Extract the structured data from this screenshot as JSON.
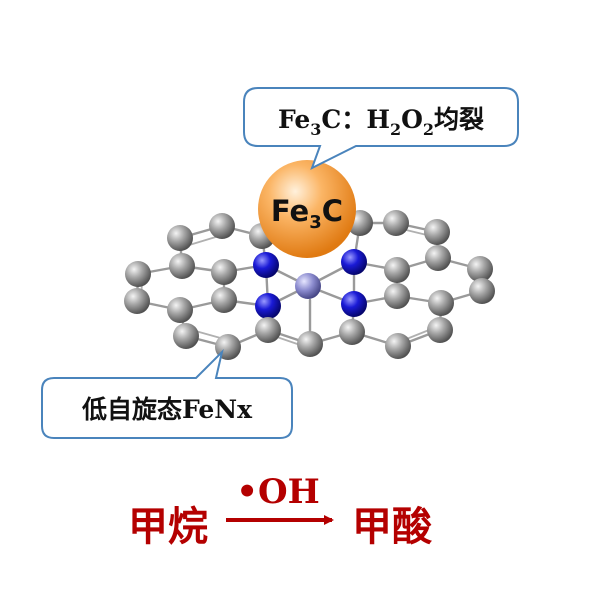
{
  "callout_top": {
    "segments": [
      "Fe",
      "3",
      "C：",
      "H",
      "2",
      "O",
      "2",
      "均裂"
    ]
  },
  "particle": {
    "segments": [
      "Fe",
      "3",
      "C"
    ]
  },
  "callout_bottom": {
    "label": "低自旋态FeNx"
  },
  "reaction": {
    "reactant": "甲烷",
    "product": "甲酸",
    "radical": "•OH"
  },
  "colors": {
    "carbon": "#8c8c8c",
    "nitrogen": "#1a1ad6",
    "iron": "#8c8ccf",
    "fe3c_ball": "#f7a142",
    "callout_border": "#4a84bc",
    "reaction_text": "#b40000"
  }
}
